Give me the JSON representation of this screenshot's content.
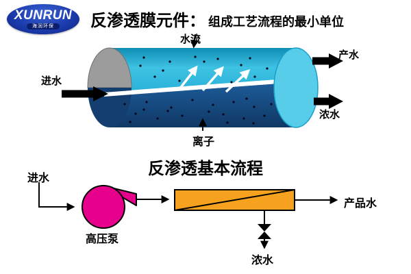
{
  "logo": {
    "brand": "XUNRUN",
    "tagline": "海润环保"
  },
  "header": {
    "title": "反渗透膜元件：",
    "subtitle": "组成工艺流程的最小单位"
  },
  "membrane_diagram": {
    "labels": {
      "water_flow": "水流",
      "feed_water": "进水",
      "product_water": "产水",
      "concentrate_water": "浓水",
      "ions": "离子"
    }
  },
  "flow_diagram": {
    "title": "反渗透基本流程",
    "labels": {
      "feed_water": "进水",
      "high_pressure_pump": "高压泵",
      "product_water": "产品水",
      "concentrate_water": "浓水"
    }
  },
  "colors": {
    "logo_blue": "#1c3cae",
    "cylinder_top_cyan": "#2cb3d9",
    "cylinder_bottom_navy": "#17497f",
    "left_cap_gray": "#9c9c9c",
    "right_cap_cyan": "#58cdea",
    "pump_magenta": "#e6008c",
    "membrane_orange": "#f6a21e",
    "arrow_black": "#000000"
  }
}
